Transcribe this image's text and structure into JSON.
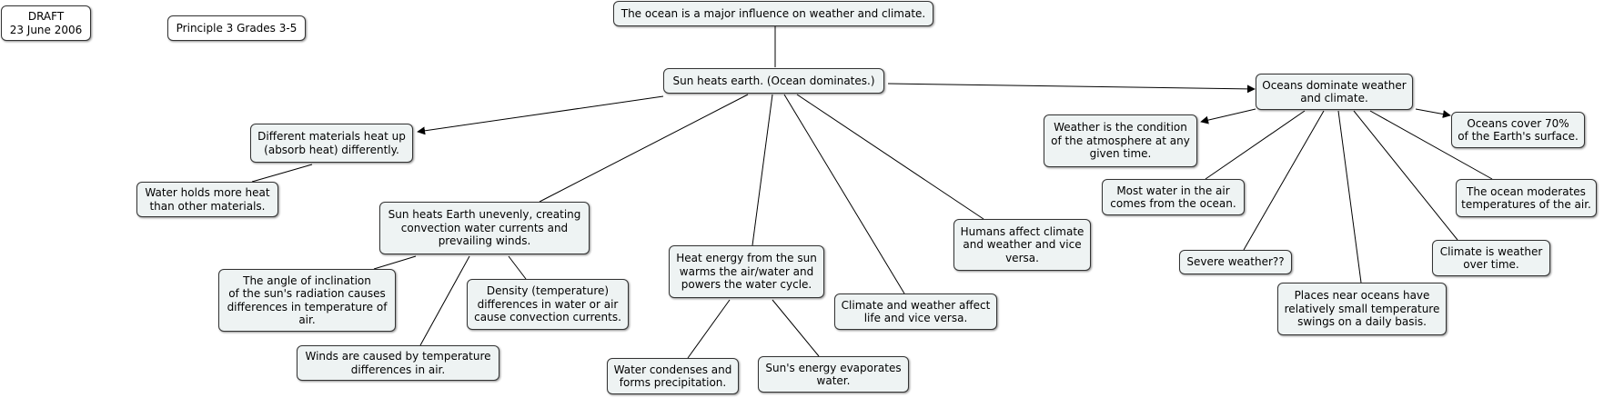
{
  "draft": "DRAFT\n23 June 2006",
  "principle": "Principle 3 Grades 3-5",
  "nodes": {
    "root": "The ocean is a major influence on weather and climate.",
    "sun": "Sun heats earth. (Ocean dominates.)",
    "diff": "Different materials heat up\n(absorb heat) differently.",
    "water": "Water holds more heat\nthan other materials.",
    "uneven": "Sun heats Earth unevenly, creating\nconvection water currents and\nprevailing winds.",
    "angle": "The angle of inclination\nof the sun's radiation causes\ndifferences in temperature of\nair.",
    "winds": "Winds are caused by temperature\ndifferences in air.",
    "density": "Density (temperature)\ndifferences in water or air\ncause convection currents.",
    "heat": "Heat energy from the sun\nwarms the air/water and\npowers the water cycle.",
    "condense": "Water condenses and\nforms precipitation.",
    "evap": "Sun's energy evaporates\nwater.",
    "life": "Climate and weather affect\nlife and vice versa.",
    "humans": "Humans affect climate\nand weather and vice\nversa.",
    "oceans": "Oceans dominate weather\nand climate.",
    "wxcond": "Weather is the condition\nof the atmosphere at any\ngiven time.",
    "cover": "Oceans cover 70%\nof the Earth's surface.",
    "most": "Most water in the air\ncomes from the ocean.",
    "severe": "Severe weather??",
    "places": "Places near oceans have\nrelatively small temperature\nswings on a daily basis.",
    "climate": "Climate is weather\nover time.",
    "moderates": "The ocean moderates\ntemperatures of the air."
  }
}
